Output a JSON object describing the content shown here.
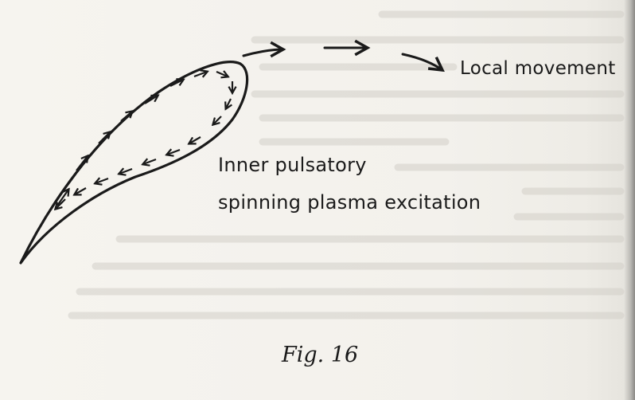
{
  "figure": {
    "labels": {
      "local_movement": "Local movement",
      "inner_line1": "Inner pulsatory",
      "inner_line2": "spinning plasma excitation"
    },
    "caption": "Fig. 16"
  },
  "colors": {
    "ink": "#1a1a1a",
    "paper": "#f4f2ed",
    "bleed": "#c9c6bf"
  },
  "icons": [
    "arrow-right-icon",
    "teardrop-outline-icon",
    "inner-arrow-icon"
  ]
}
